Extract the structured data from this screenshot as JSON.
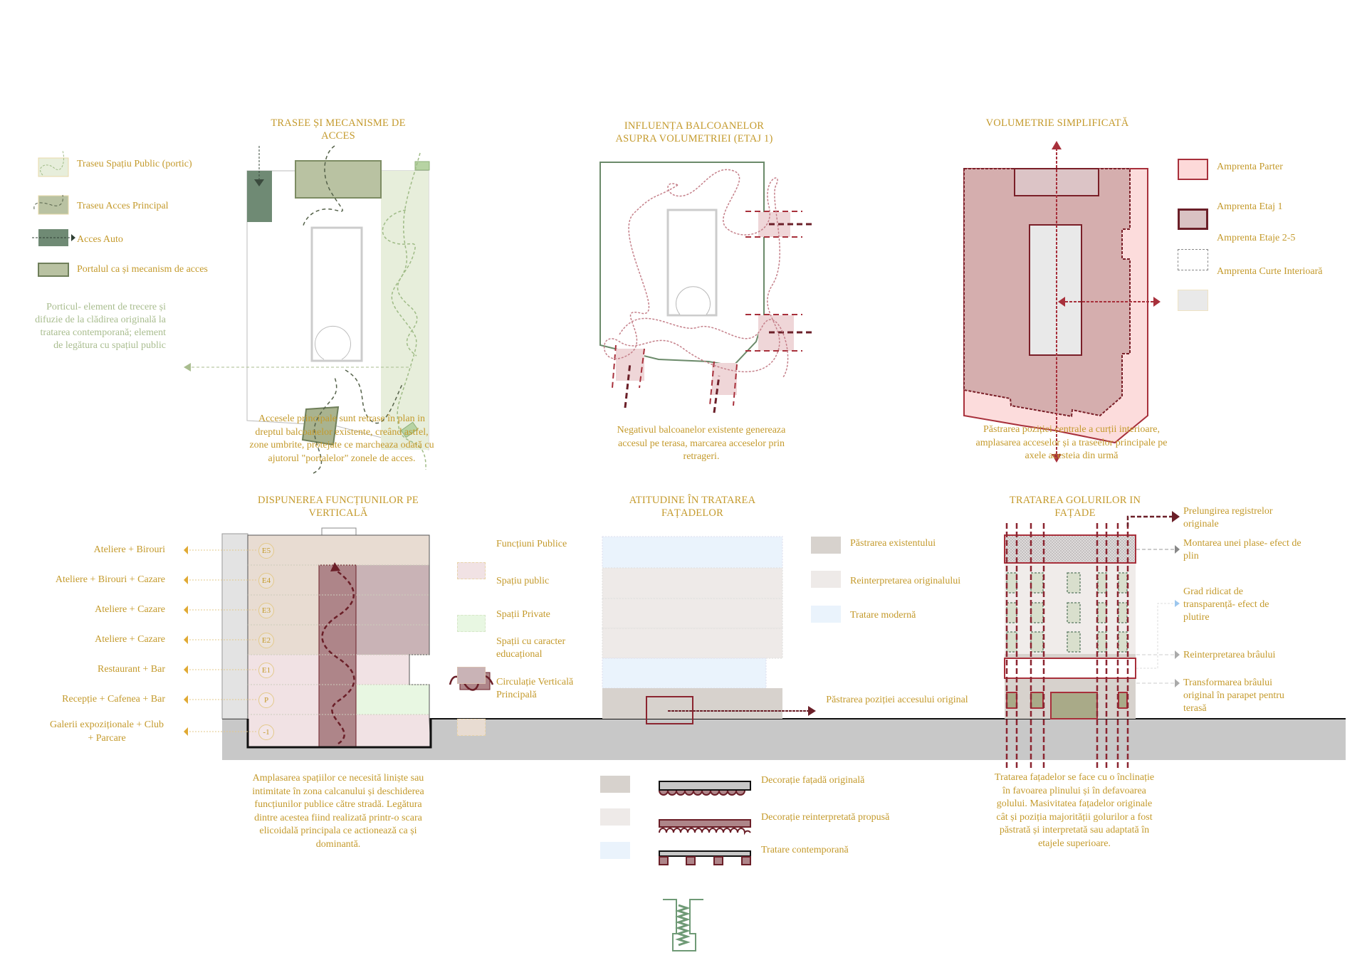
{
  "colors": {
    "text_gold": "#c49a2c",
    "text_green": "#a9bd8f",
    "dark_red": "#8b2530",
    "sage": "#b9c2a2",
    "dark_green": "#6f8a74",
    "ground": "#c8c8c8"
  },
  "panel_access": {
    "title": "TRASEE ȘI MECANISME DE ACCES",
    "legend": [
      {
        "label": "Traseu Spațiu Public (portic)",
        "icon": "public-route-icon"
      },
      {
        "label": "Traseu Acces Principal",
        "icon": "main-access-route-icon"
      },
      {
        "label": "Acces Auto",
        "icon": "car-access-icon"
      },
      {
        "label": "Portalul ca și mecanism de acces",
        "icon": "portal-icon"
      }
    ],
    "note": "Porticul- element de trecere și difuzie de la clădirea originală la tratarea contemporană; element de legătura cu spațiul public",
    "caption": "Accesele principale sunt retrase în plan in dreptul balcoanelor existente, creând astfel, zone umbrite, protejate ce marcheaza odată cu ajutorul \"portalelor\" zonele de acces."
  },
  "panel_balconies": {
    "title": "INFLUENȚA BALCOANELOR ASUPRA VOLUMETRIEI (ETAJ 1)",
    "caption": "Negativul balcoanelor existente genereaza accesul pe terasa, marcarea acceselor prin retrageri."
  },
  "panel_volume": {
    "title": "VOLUMETRIE SIMPLIFICATĂ",
    "legend": [
      {
        "label": "Amprenta Parter"
      },
      {
        "label": "Amprenta Etaj 1"
      },
      {
        "label": "Amprenta Etaje 2-5"
      },
      {
        "label": "Amprenta Curte Interioară"
      }
    ],
    "caption": "Păstrarea poziției centrale a curții interioare, amplasarea acceselor și a traseelor principale pe axele acesteia din urmă"
  },
  "panel_functions": {
    "title": "DISPUNEREA FUNCȚIUNILOR PE VERTICALĂ",
    "floors": [
      {
        "code": "E5",
        "function": "Ateliere + Birouri"
      },
      {
        "code": "E4",
        "function": "Ateliere + Birouri + Cazare"
      },
      {
        "code": "E3",
        "function": "Ateliere + Cazare"
      },
      {
        "code": "E2",
        "function": "Ateliere + Cazare"
      },
      {
        "code": "E1",
        "function": "Restaurant + Bar"
      },
      {
        "code": "P",
        "function": "Recepție + Cafenea + Bar"
      },
      {
        "code": "-1",
        "function": "Galerii expoziționale + Club + Parcare"
      }
    ],
    "legend": [
      {
        "label": "Funcțiuni Publice"
      },
      {
        "label": "Spațiu public"
      },
      {
        "label": "Spații Private"
      },
      {
        "label": "Spații cu caracter educațional"
      },
      {
        "label": "Circulație Verticală Principală"
      }
    ],
    "caption": "Amplasarea spațiilor ce necesită liniște sau intimitate în zona calcanului și deschiderea funcțiunilor publice către stradă. Legătura dintre acestea fiind realizată printr-o scara elicoidală principala ce actionează ca și dominantă."
  },
  "panel_facades": {
    "title": "ATITUDINE ÎN TRATAREA FAȚADELOR",
    "legend": [
      {
        "label": "Păstrarea existentului"
      },
      {
        "label": "Reinterpretarea originalului"
      },
      {
        "label": "Tratare modernă"
      }
    ],
    "access_note": "Păstrarea poziției accesului original",
    "decor_legend": [
      {
        "label": "Decorație fațadă originală"
      },
      {
        "label": "Decorație reinterpretată propusă"
      },
      {
        "label": "Tratare contemporană"
      }
    ]
  },
  "panel_openings": {
    "title": "TRATAREA GOLURILOR IN FAȚADE",
    "notes": [
      "Prelungirea registrelor originale",
      "Montarea unei plase- efect de plin",
      "Grad ridicat de transparență- efect de plutire",
      "Reinterpretarea brâului",
      "Transformarea brâului original în parapet pentru terasă"
    ],
    "caption": "Tratarea fațadelor se face cu o înclinație în favoarea plinului și în defavoarea golului. Masivitatea fațadelor originale cât și poziția majorității golurilor a fost păstrată și interpretată sau adaptată în etajele superioare."
  }
}
